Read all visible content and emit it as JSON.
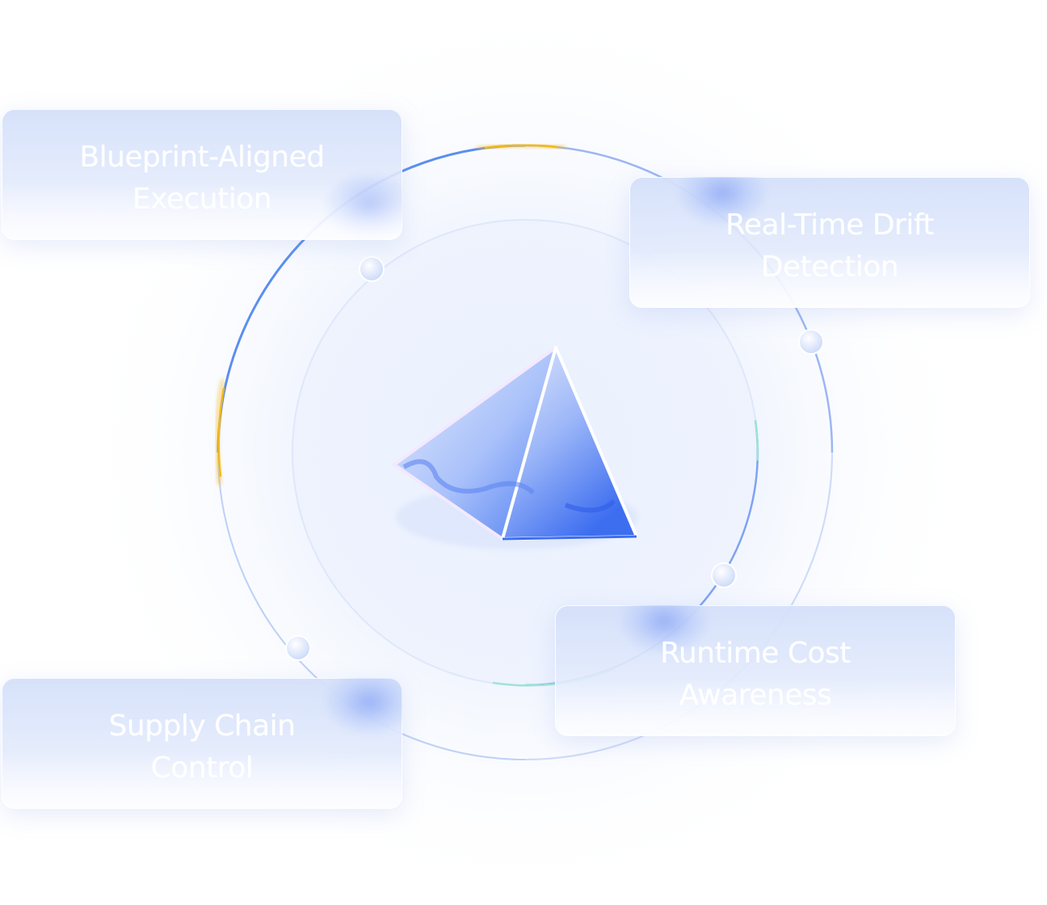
{
  "diagram": {
    "center": "pyramid-prism",
    "nodes": [
      {
        "id": "tl",
        "label": "Blueprint-Aligned Execution",
        "lines": [
          "Blueprint-Aligned",
          "Execution"
        ]
      },
      {
        "id": "tr",
        "label": "Real-Time Drift Detection",
        "lines": [
          "Real-Time Drift",
          "Detection"
        ]
      },
      {
        "id": "br",
        "label": "Runtime Cost Awareness",
        "lines": [
          "Runtime Cost",
          "Awareness"
        ]
      },
      {
        "id": "bl",
        "label": "Supply Chain Control",
        "lines": [
          "Supply Chain",
          "Control"
        ]
      }
    ]
  },
  "colors": {
    "ring_blue": "#5b8ef0",
    "ring_accent_yellow": "#f3b81c",
    "ring_accent_teal": "#8fe0d0",
    "card_text": "#ffffff",
    "prism_blue": "#3d6ef0"
  }
}
